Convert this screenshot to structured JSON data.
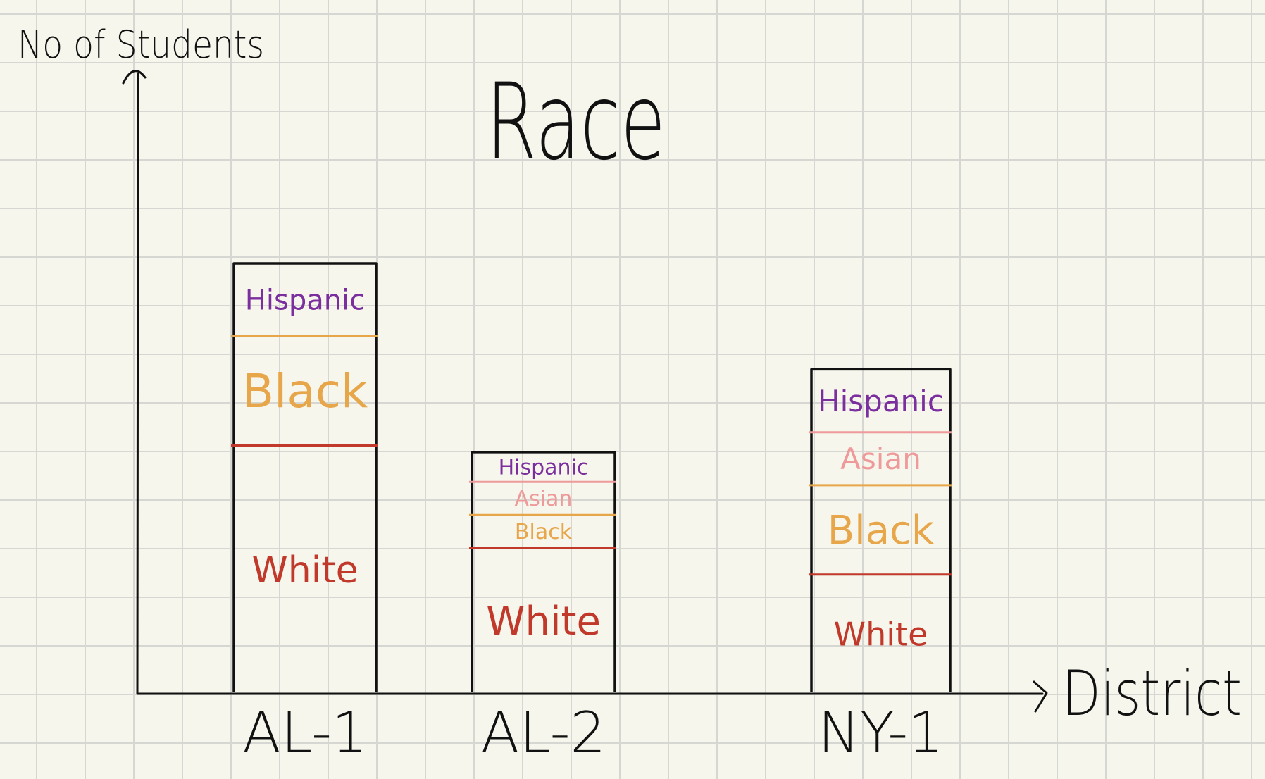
{
  "title": "Race",
  "y_axis_label": "No of Students",
  "x_axis_label": "District",
  "categories": [
    "AL-1",
    "AL-2",
    "NY-1"
  ],
  "colors": {
    "paper": "#f6f6ec",
    "grid": "#d6d6d2",
    "ink": "#111111",
    "White": "#c0392b",
    "Black": "#e8a64a",
    "Asian": "#ef9a9a",
    "Hispanic": "#7b2f9e"
  },
  "chart_data": {
    "type": "bar",
    "stacked": true,
    "title": "Race",
    "xlabel": "District",
    "ylabel": "No of Students",
    "categories": [
      "AL-1",
      "AL-2",
      "NY-1"
    ],
    "series": [
      {
        "name": "White",
        "values": [
          7.5,
          4.4,
          3.6
        ]
      },
      {
        "name": "Black",
        "values": [
          3.3,
          1.0,
          2.7
        ]
      },
      {
        "name": "Asian",
        "values": [
          0,
          1.0,
          1.6
        ]
      },
      {
        "name": "Hispanic",
        "values": [
          2.2,
          0.9,
          1.9
        ]
      }
    ],
    "grid": true,
    "legend": "none (segments labeled inside bars)"
  }
}
